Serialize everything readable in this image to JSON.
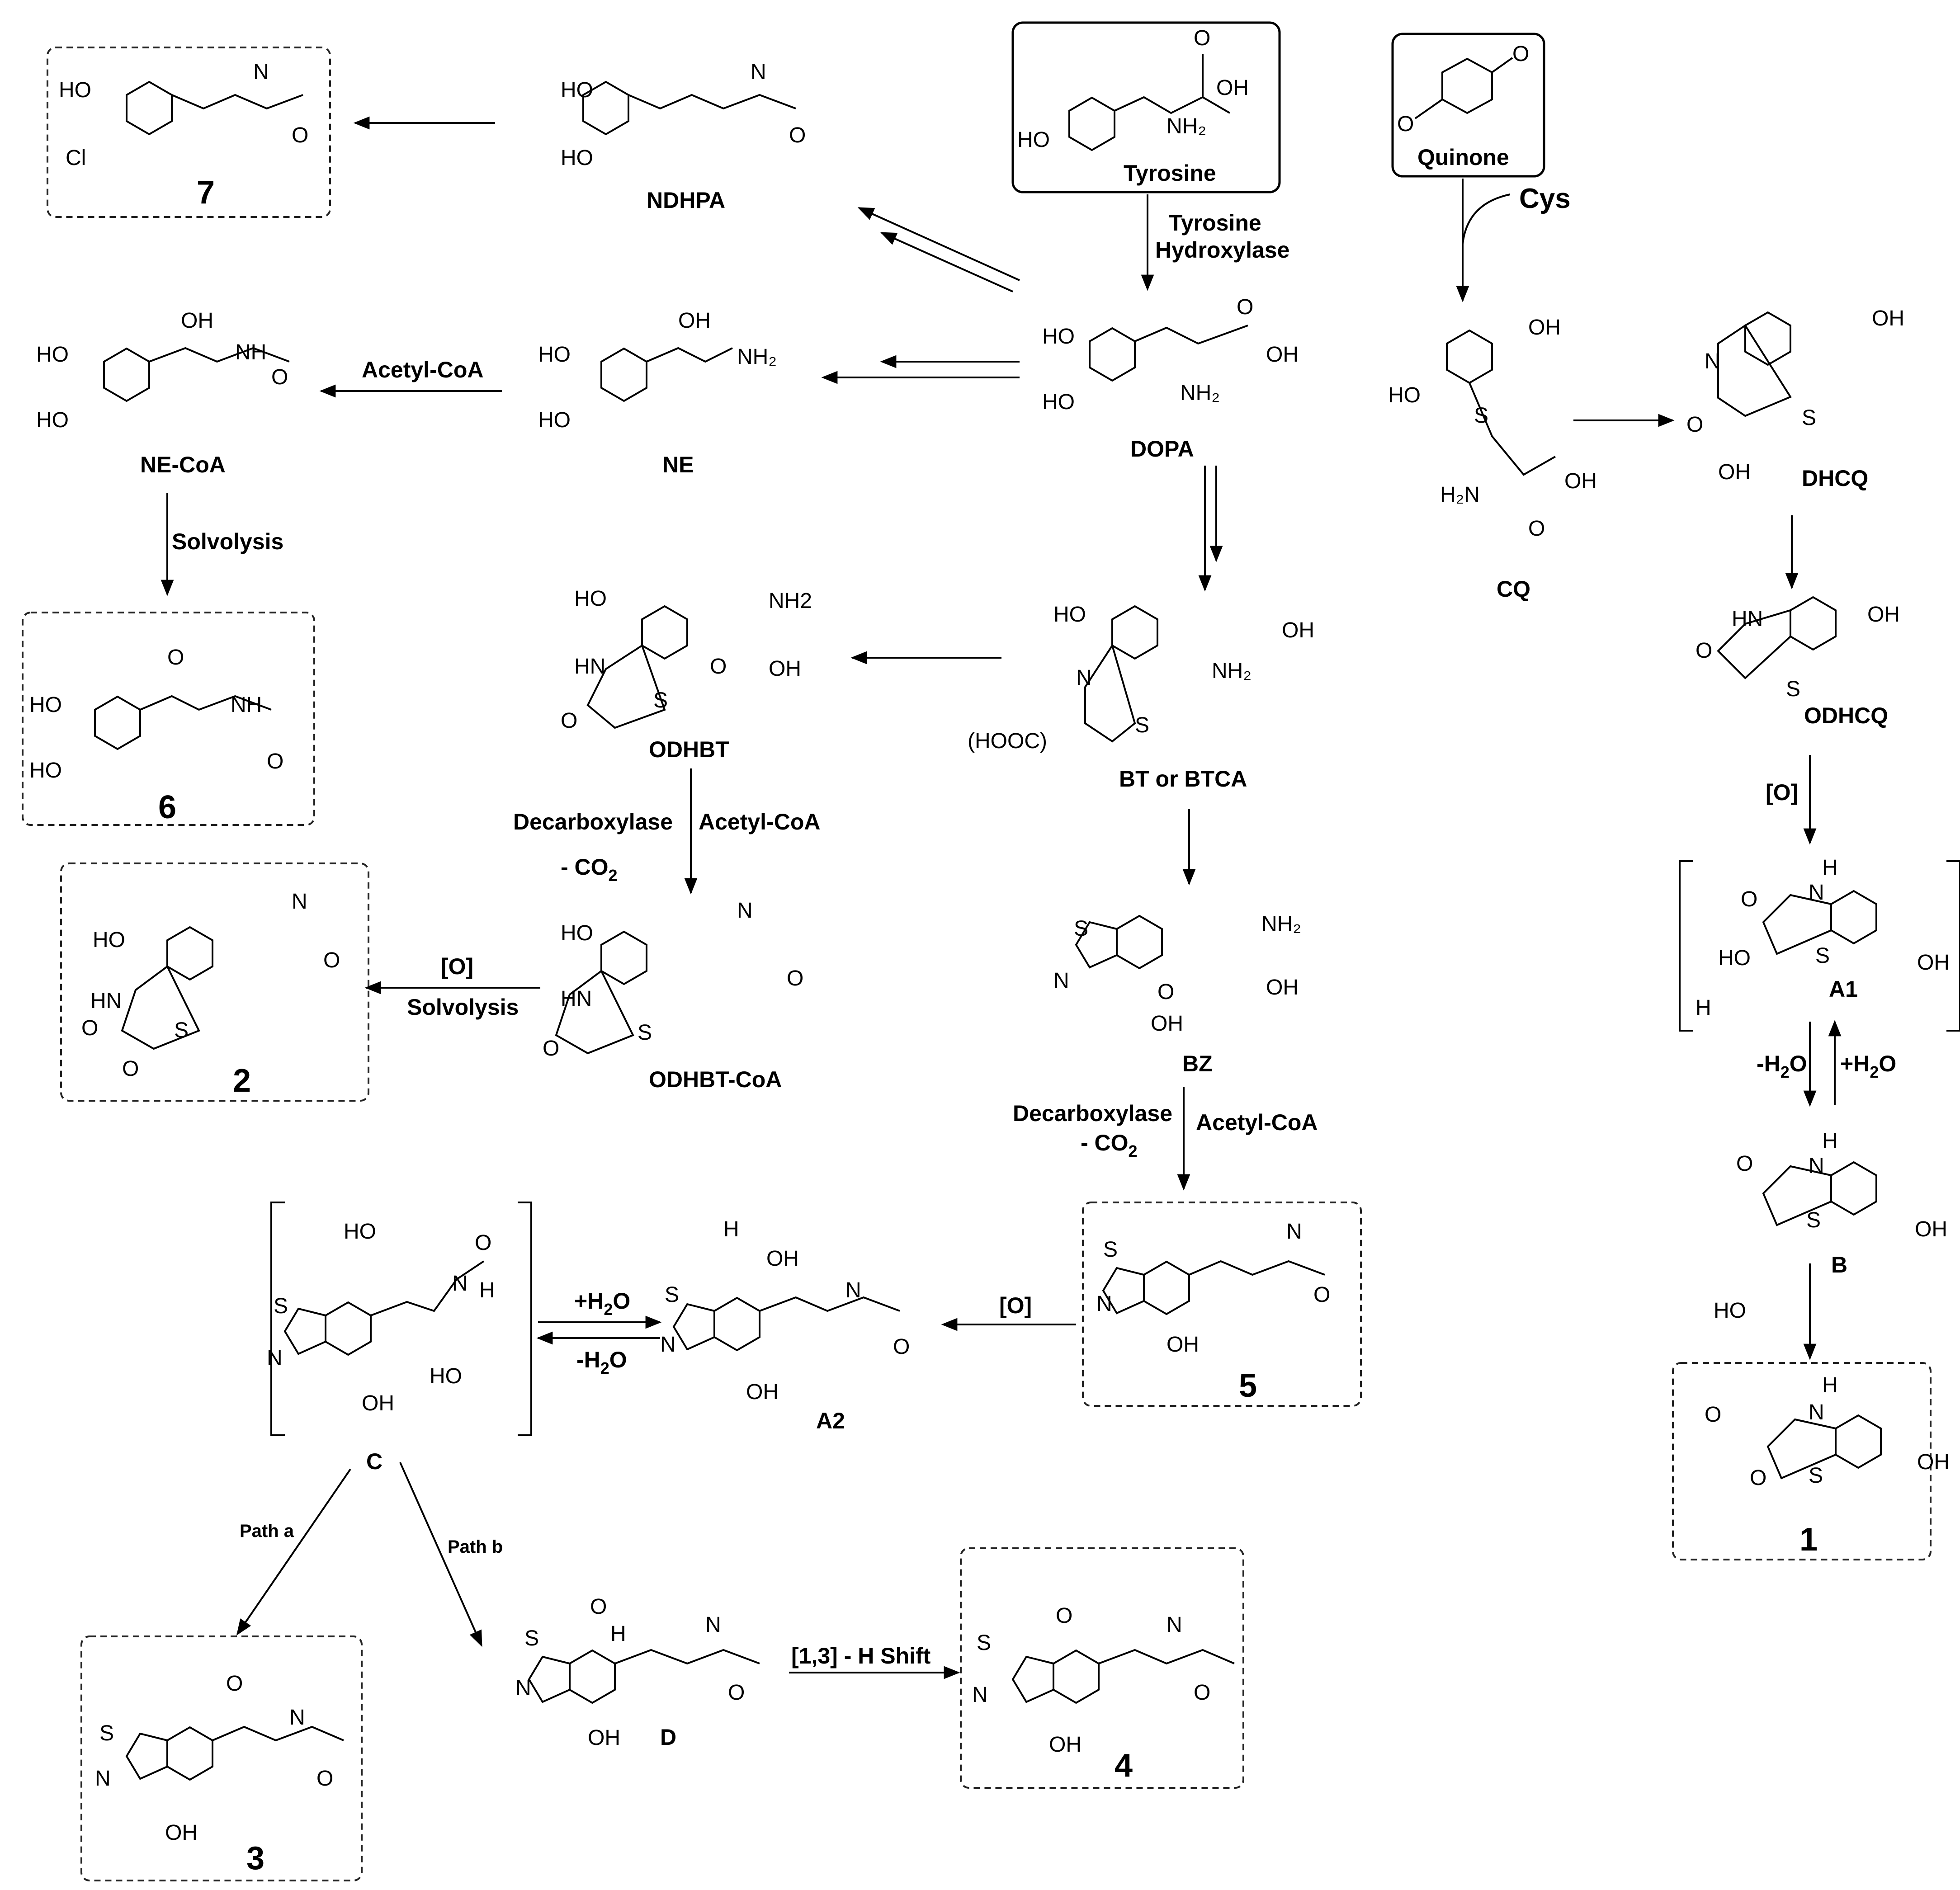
{
  "enzymes": {
    "tyrosine_hydroxylase_1": "Tyrosine",
    "tyrosine_hydroxylase_2": "Hydroxylase",
    "cys": "Cys",
    "acetyl_coa_ne": "Acetyl-CoA",
    "solvolysis_6": "Solvolysis",
    "decarboxylase_odhbt": "Decarboxylase",
    "acetyl_coa_odhbt": "Acetyl-CoA",
    "co2_odhbt": "- CO",
    "co2_sub": "2",
    "oxidation_2": "[O]",
    "solvolysis_2": "Solvolysis",
    "decarboxylase_bz": "Decarboxylase",
    "co2_bz": "- CO",
    "acetyl_coa_bz": "Acetyl-CoA",
    "oxidation_5": "[O]",
    "plus_h2o": "+H",
    "minus_h2o": "-H",
    "h2o_o": "O",
    "oxidation_odhcq": "[O]",
    "minus_h2o_a1": "-H",
    "plus_h2o_a1": "+H",
    "path_a": "Path a",
    "path_b": "Path b",
    "shift": "[1,3] - H Shift"
  },
  "compounds": {
    "tyrosine": "Tyrosine",
    "quinone": "Quinone",
    "ndhpa": "NDHPA",
    "ne": "NE",
    "ne_coa": "NE-CoA",
    "dopa": "DOPA",
    "cq": "CQ",
    "dhcq": "DHCQ",
    "odhcq": "ODHCQ",
    "odhbt": "ODHBT",
    "bt": "BT or BTCA",
    "odhbt_coa": "ODHBT-CoA",
    "bz": "BZ",
    "a1": "A1",
    "b": "B",
    "a2": "A2",
    "c": "C",
    "d": "D"
  },
  "products": {
    "p1": "1",
    "p2": "2",
    "p3": "3",
    "p4": "4",
    "p5": "5",
    "p6": "6",
    "p7": "7"
  }
}
